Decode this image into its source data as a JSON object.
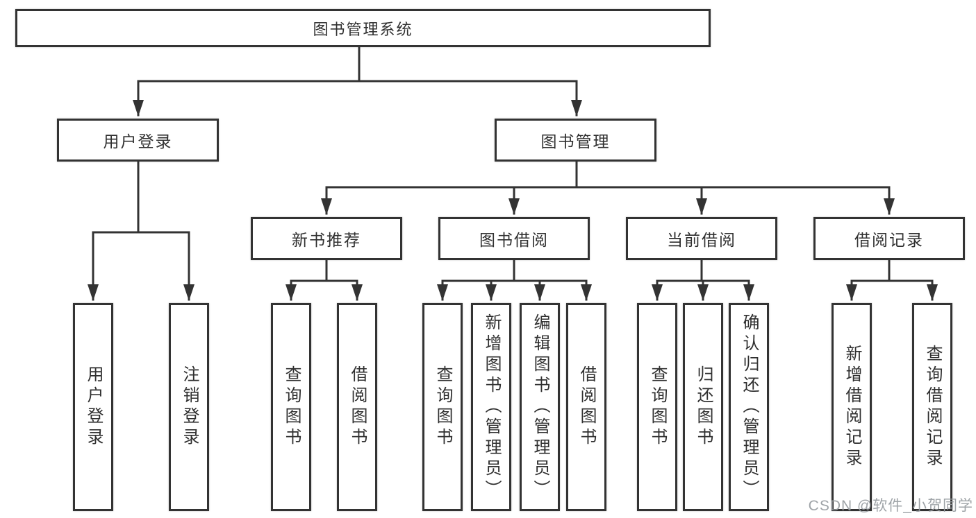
{
  "tree": {
    "label": "图书管理系统",
    "children": [
      {
        "label": "用户登录",
        "children": [
          {
            "label": "用户登录"
          },
          {
            "label": "注销登录"
          }
        ]
      },
      {
        "label": "图书管理",
        "children": [
          {
            "label": "新书推荐",
            "children": [
              {
                "label": "查询图书"
              },
              {
                "label": "借阅图书"
              }
            ]
          },
          {
            "label": "图书借阅",
            "children": [
              {
                "label": "查询图书"
              },
              {
                "label": "新增图书（管理员）"
              },
              {
                "label": "编辑图书（管理员）"
              },
              {
                "label": "借阅图书"
              }
            ]
          },
          {
            "label": "当前借阅",
            "children": [
              {
                "label": "查询图书"
              },
              {
                "label": "归还图书"
              },
              {
                "label": "确认归还（管理员）"
              }
            ]
          },
          {
            "label": "借阅记录",
            "children": [
              {
                "label": "新增借阅记录"
              },
              {
                "label": "查询借阅记录"
              }
            ]
          }
        ]
      }
    ]
  },
  "watermark": {
    "text": "CSDN @软件_小贺同学"
  },
  "colors": {
    "line": "#333333",
    "text": "#303030",
    "background": "#ffffff",
    "watermark": "#969ba0"
  }
}
